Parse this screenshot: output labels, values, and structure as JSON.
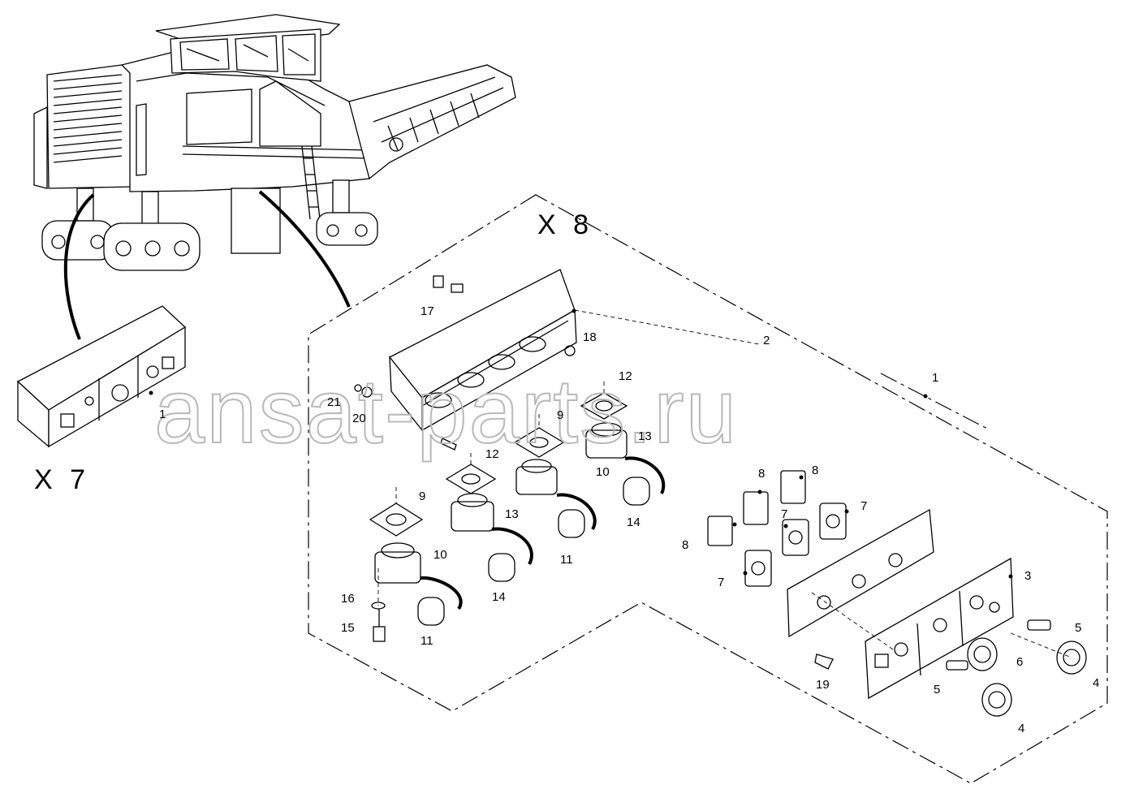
{
  "watermark": "ansat-parts.ru",
  "views": {
    "x7": "X 7",
    "x8": "X 8"
  },
  "callouts": {
    "x7_1": "1",
    "p1": "1",
    "p2": "2",
    "p3": "3",
    "p4a": "4",
    "p4b": "4",
    "p5a": "5",
    "p5b": "5",
    "p6": "6",
    "p7a": "7",
    "p7b": "7",
    "p7c": "7",
    "p8a": "8",
    "p8b": "8",
    "p8c": "8",
    "p9a": "9",
    "p9b": "9",
    "p10a": "10",
    "p10b": "10",
    "p11a": "11",
    "p11b": "11",
    "p12a": "12",
    "p12b": "12",
    "p13a": "13",
    "p13b": "13",
    "p14a": "14",
    "p14b": "14",
    "p15": "15",
    "p16": "16",
    "p17": "17",
    "p18": "18",
    "p19": "19",
    "p20": "20",
    "p21": "21"
  },
  "colors": {
    "line": "#000000",
    "background": "#ffffff",
    "watermark": "#b8b8b8"
  }
}
